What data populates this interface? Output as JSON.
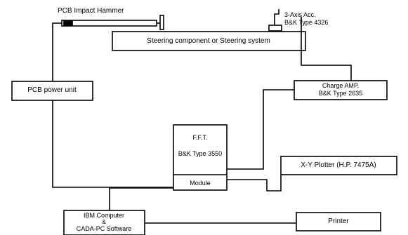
{
  "labels": {
    "hammer": "PCB Impact Hammer",
    "accelerometer_line1": "3-Axis Acc.",
    "accelerometer_line2": "B&K Type 4326",
    "steering": "Steering component or Steering system",
    "power_unit": "PCB power unit",
    "charge_amp_line1": "Charge AMP.",
    "charge_amp_line2": "B&K Type 2635",
    "fft_line1": "F.F.T.",
    "fft_line2": "B&K Type 3550",
    "module": "Module",
    "plotter": "X-Y Plotter (H.P. 7475A)",
    "computer_line1": "IBM Computer",
    "computer_line2": "&",
    "computer_line3": "CADA-PC Software",
    "printer": "Printer"
  }
}
